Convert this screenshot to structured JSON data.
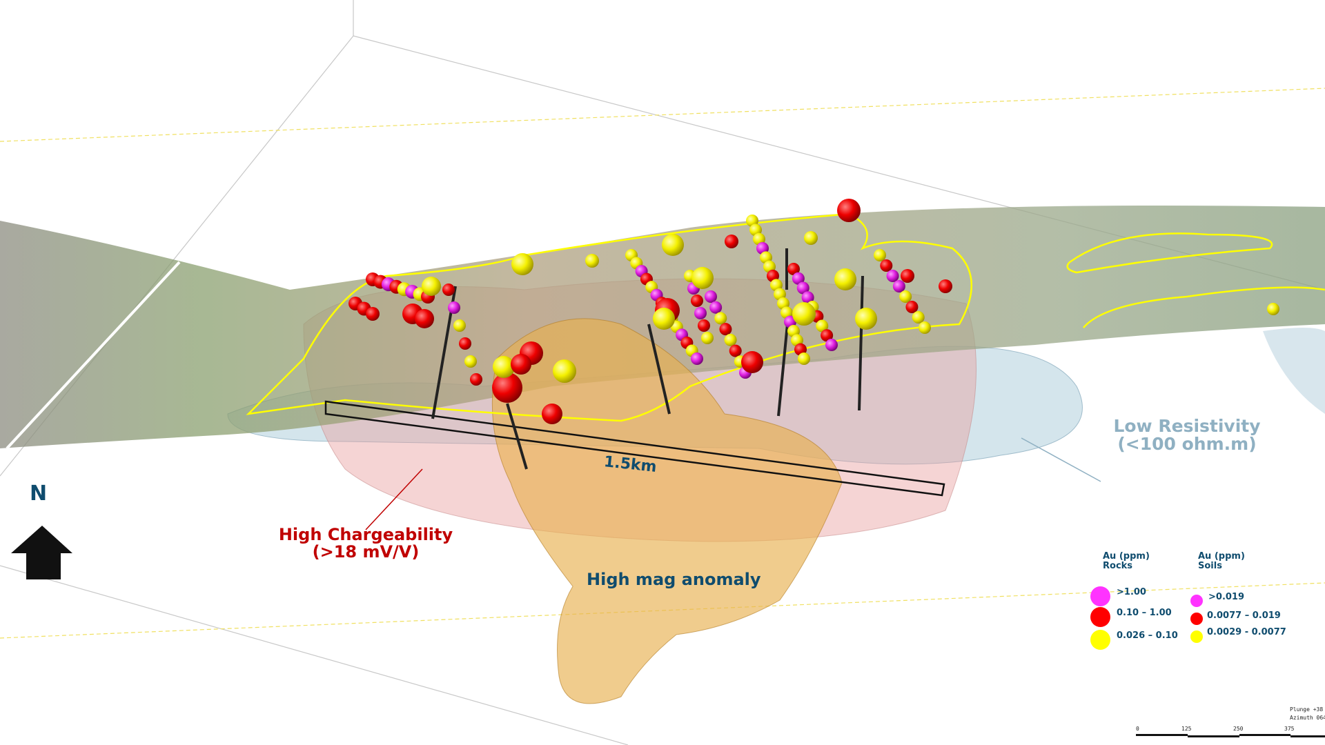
{
  "labels": {
    "chargeability": "High Chargeability",
    "chargeability_value": "(>18 mV/V)",
    "mag": "High mag anomaly",
    "resistivity": "Low Resistivity",
    "resistivity_value": "(<100 ohm.m)",
    "scale_length": "1.5km",
    "north": "N"
  },
  "legend": {
    "rocks": {
      "title_line1": "Au (ppm)",
      "title_line2": "Rocks",
      "items": [
        {
          "label": ">1.00",
          "color": "#ff33ff"
        },
        {
          "label": "0.10 – 1.00",
          "color": "#ff0000"
        },
        {
          "label": "0.026 – 0.10",
          "color": "#ffff00"
        }
      ]
    },
    "soils": {
      "title_line1": "Au (ppm)",
      "title_line2": "Soils",
      "items": [
        {
          "label": ">0.019",
          "color": "#ff33ff"
        },
        {
          "label": "0.0077 – 0.019",
          "color": "#ff0000"
        },
        {
          "label": "0.0029 - 0.0077",
          "color": "#ffff00"
        }
      ]
    }
  },
  "view": {
    "plunge": "Plunge +38",
    "azimuth": "Azimuth 064"
  },
  "scale_bar": {
    "ticks": [
      "0",
      "125",
      "250",
      "375"
    ]
  },
  "colors": {
    "chargeability": "#e8a0a0",
    "mag": "#e8b050",
    "resistivity": "#b8d4e0",
    "contour": "#ffff00"
  }
}
